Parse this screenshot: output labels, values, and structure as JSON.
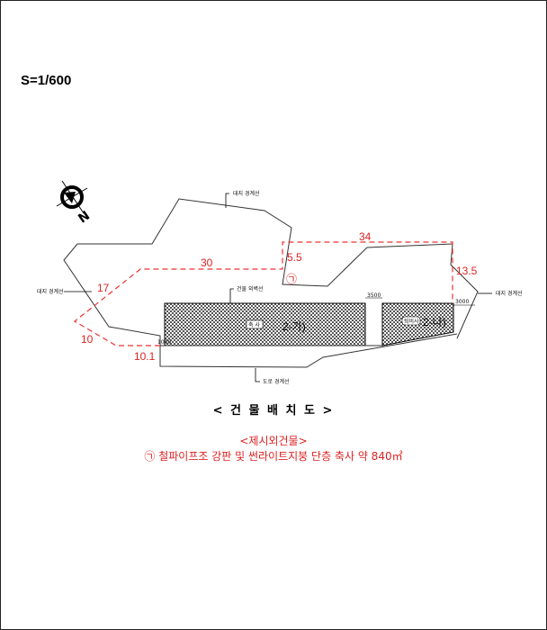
{
  "scale": "S=1/600",
  "plan": {
    "boundary_label_top": "대지 경계선",
    "boundary_label_left": "대지 경계선",
    "boundary_label_right": "대지 경계선",
    "wall_label": "건물 외벽선",
    "road_label": "도로 경계선",
    "building1_tag": "축 사",
    "building2_tag": "퇴비사",
    "building1_id": "2-가)",
    "building2_id": "2-나)",
    "gap_dim": "3500",
    "right_dim": "3000",
    "left_dim": "1000",
    "compass_letter": "N",
    "dims": {
      "d30": "30",
      "d34": "34",
      "d55": "5.5",
      "d135": "13.5",
      "d17": "17",
      "d10": "10",
      "d101": "10.1"
    },
    "marker": "㉠"
  },
  "title": "< 건 물 배 치 도 >",
  "note_heading": "<제시외건물>",
  "note_line": "㉠ 철파이프조 강판 및 썬라이트지붕 단층 축사 약 840㎡"
}
